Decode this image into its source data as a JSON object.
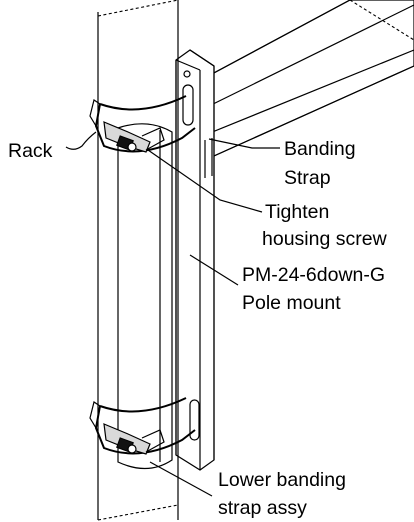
{
  "labels": {
    "rack": "Rack",
    "banding_strap_line1": "Banding",
    "banding_strap_line2": "Strap",
    "tighten_line1": "Tighten",
    "tighten_line2": "housing screw",
    "pole_mount_line1": "PM-24-6down-G",
    "pole_mount_line2": "Pole mount",
    "lower_strap_line1": "Lower banding",
    "lower_strap_line2": "strap assy"
  }
}
